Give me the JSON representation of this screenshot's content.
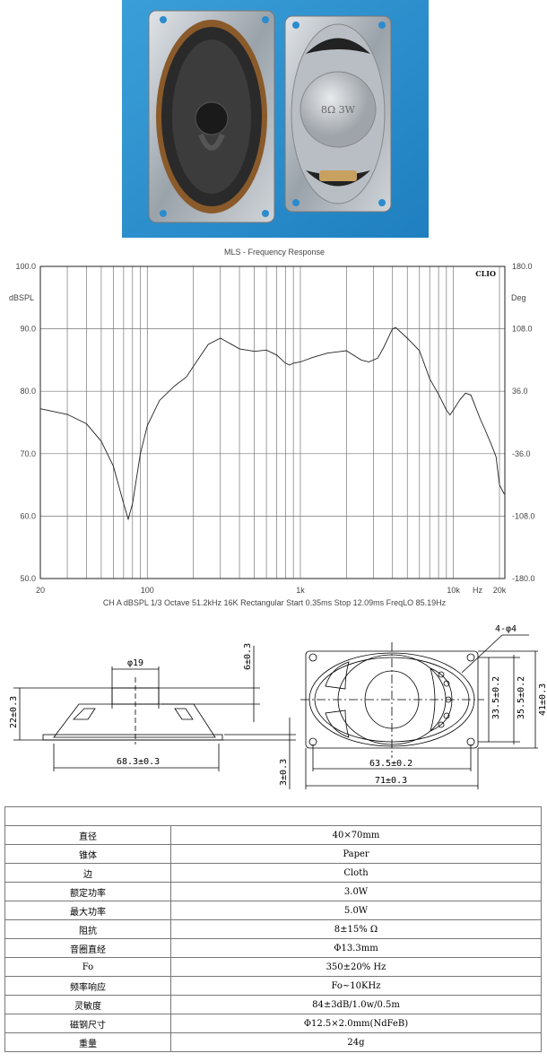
{
  "photo": {
    "front_label": "8Ω 3W"
  },
  "chart_data": {
    "type": "line",
    "title": "MLS - Frequency Response",
    "brand": "CLIO",
    "ylabel": "dBSPL",
    "y2label": "Deg",
    "xlabel": "Hz",
    "xscale": "log",
    "xlim": [
      20,
      20000
    ],
    "ylim": [
      50,
      100
    ],
    "y2lim": [
      -180,
      180
    ],
    "yticks": [
      "100.0",
      "90.0",
      "80.0",
      "70.0",
      "60.0",
      "50.0"
    ],
    "y2ticks": [
      "180.0",
      "108.0",
      "36.0",
      "-36.0",
      "-108.0",
      "-180.0"
    ],
    "xticks": [
      {
        "v": 20,
        "label": "20"
      },
      {
        "v": 100,
        "label": "100"
      },
      {
        "v": 1000,
        "label": "1k"
      },
      {
        "v": 10000,
        "label": "10k"
      },
      {
        "v": 20000,
        "label": "20k"
      }
    ],
    "info": [
      "CH A",
      "dBSPL",
      "1/3 Octave",
      "51.2kHz",
      "16K",
      "Rectangular",
      "Start 0.35ms",
      "Stop 12.09ms",
      "FreqLO 85.19Hz"
    ],
    "grid": true,
    "series": [
      {
        "name": "SPL",
        "x": [
          20,
          30,
          40,
          50,
          60,
          70,
          75,
          80,
          90,
          100,
          120,
          150,
          180,
          200,
          250,
          300,
          350,
          400,
          500,
          600,
          700,
          800,
          850,
          900,
          1000,
          1200,
          1500,
          2000,
          2500,
          2800,
          3200,
          3500,
          4000,
          4200,
          5000,
          6000,
          7000,
          8000,
          9000,
          9500,
          10000,
          11000,
          12000,
          13000,
          15000,
          16000,
          18000,
          19000,
          20000,
          21500
        ],
        "y": [
          77.2,
          76.3,
          74.8,
          72,
          68,
          62,
          59.5,
          62,
          70,
          74.5,
          78.5,
          80.8,
          82.3,
          84,
          87.5,
          88.5,
          87.6,
          86.8,
          86.4,
          86.6,
          85.8,
          84.5,
          84.2,
          84.5,
          84.7,
          85.4,
          86.1,
          86.5,
          85,
          84.7,
          85.3,
          87,
          90,
          90.2,
          88.5,
          86.5,
          82,
          79.5,
          77,
          76.2,
          77,
          78.6,
          79.7,
          79.4,
          75.5,
          74,
          71,
          69.5,
          65,
          63.5
        ]
      }
    ]
  },
  "drawing": {
    "side_diameter": "φ19",
    "side_height": "22±0.3",
    "magnet_height": "6±0.3",
    "flange_height": "3±0.3",
    "side_width": "68.3±0.3",
    "holes": "4-φ4",
    "inner_height": "33.5±0.2",
    "mid_height": "35.5±0.2",
    "outer_height": "41±0.3",
    "hole_pitch": "63.5±0.2",
    "outer_width": "71±0.3"
  },
  "spec": {
    "rows": [
      {
        "k": "直径",
        "v": "40×70mm"
      },
      {
        "k": "锥体",
        "v": "Paper"
      },
      {
        "k": "边",
        "v": "Cloth"
      },
      {
        "k": "额定功率",
        "v": "3.0W"
      },
      {
        "k": "最大功率",
        "v": "5.0W"
      },
      {
        "k": "阻抗",
        "v": "8±15% Ω"
      },
      {
        "k": "音圈直经",
        "v": "Φ13.3mm"
      },
      {
        "k": "Fo",
        "v": "350±20% Hz"
      },
      {
        "k": "频率响应",
        "v": "Fo~10KHz"
      },
      {
        "k": "灵敏度",
        "v": "84±3dB/1.0w/0.5m"
      },
      {
        "k": "磁钢尺寸",
        "v": "Φ12.5×2.0mm(NdFeB)"
      },
      {
        "k": "重量",
        "v": "24g"
      }
    ]
  }
}
